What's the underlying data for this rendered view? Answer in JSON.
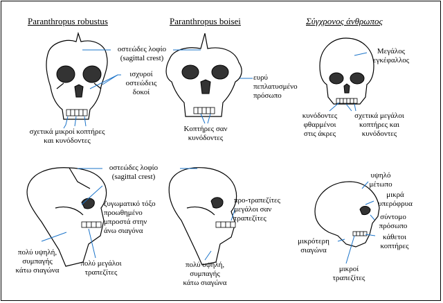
{
  "titles": {
    "robustus": "Paranthropus robustus",
    "boisei": "Paranthropus boisei",
    "modern": "Σύγχρονος άνθρωπος"
  },
  "labels": {
    "sagittal_top_1": "οστεώδες λοφίο",
    "sagittal_top_2": "(sagittal crest)",
    "bony_beams_1": "ισχυροί",
    "bony_beams_2": "οστεώδεις",
    "bony_beams_3": "δοκοί",
    "small_incisors_1": "σχετικά μικροί κοπτήρες",
    "small_incisors_2": "και κυνόδοντες",
    "wide_face_1": "ευρύ",
    "wide_face_2": "πεπλατυσμένο",
    "wide_face_3": "πρόσωπο",
    "incisors_canine_1": "Κοπτήρες σαν",
    "incisors_canine_2": "κυνόδοντες",
    "big_brain_1": "Μεγάλος",
    "big_brain_2": "εγκέφαλλος",
    "worn_canines_1": "κυνόδοντες",
    "worn_canines_2": "φθαρμένοι",
    "worn_canines_3": "στις άκρες",
    "large_incisors_1": "σχετικά μεγάλοι",
    "large_incisors_2": "κοπτήρες και",
    "large_incisors_3": "κυνόδοντες",
    "sagittal_side_1": "οστεώδες λοφίο",
    "sagittal_side_2": "(sagittal crest)",
    "zygomatic_1": "ζυγωματικό τόξο",
    "zygomatic_2": "προωθημένο",
    "zygomatic_3": "μπροστά στην",
    "zygomatic_4": "άνω σιαγόνα",
    "premolars_1": "προ-τραπεζίτες",
    "premolars_2": "μεγάλοι σαν",
    "premolars_3": "τραπεζίτες",
    "jaw_left_1": "πολύ υψηλή,",
    "jaw_left_2": "συμπαγής",
    "jaw_left_3": "κάτω σιαγώνα",
    "molars_large_1": "πολύ μεγάλοι",
    "molars_large_2": "τραπεζίτες",
    "jaw_mid_1": "πολύ υψηλή,",
    "jaw_mid_2": "συμπαγής",
    "jaw_mid_3": "κάτω σιαγώνα",
    "forehead_1": "υψηλό",
    "forehead_2": "μέτωπο",
    "brow_1": "μικρά",
    "brow_2": "υπερόφρυα",
    "short_face_1": "σύντομο",
    "short_face_2": "πρόσωπο",
    "vertical_incisors_1": "κάθετοι",
    "vertical_incisors_2": "κοπτήρες",
    "small_jaw_1": "μικρότερη",
    "small_jaw_2": "σιαγώνα",
    "small_molars_1": "μικροί",
    "small_molars_2": "τραπεζίτες"
  }
}
